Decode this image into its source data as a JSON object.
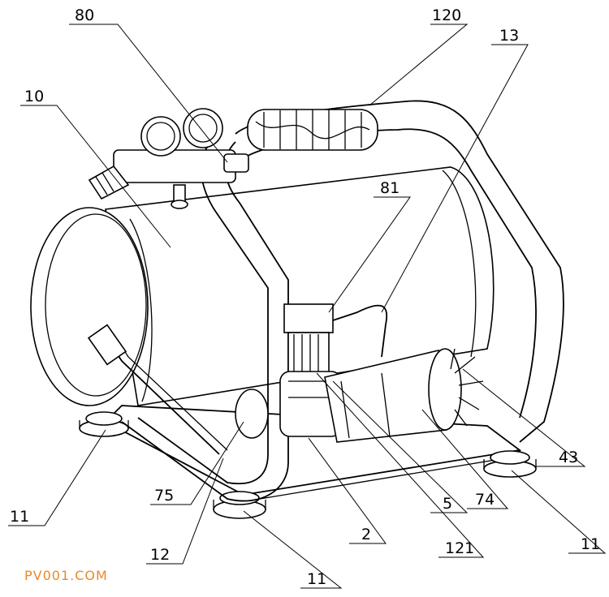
{
  "labels": {
    "l80": "80",
    "l120": "120",
    "l13": "13",
    "l10": "10",
    "l81": "81",
    "l43": "43",
    "l11a": "11",
    "l75": "75",
    "l74": "74",
    "l5": "5",
    "l11b": "11",
    "l2": "2",
    "l12": "12",
    "l121": "121",
    "l11c": "11"
  },
  "watermark": "PV001.COM",
  "colors": {
    "watermark": "#e8892a",
    "line": "#000000"
  }
}
